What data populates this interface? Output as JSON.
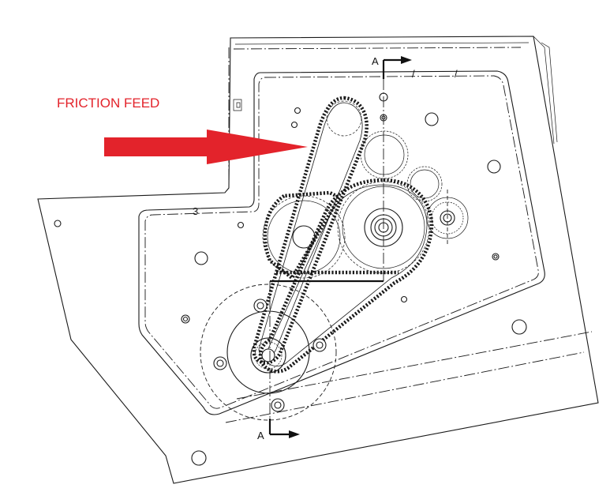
{
  "annotation": {
    "text": "FRICTION FEED",
    "color": "#e3232b"
  },
  "section_markers": {
    "top": "A",
    "bottom": "A"
  },
  "colors": {
    "line": "#1a1a1a",
    "arrow": "#e3232b",
    "background": "#ffffff"
  },
  "icons": {
    "arrow": "right-arrow-icon"
  }
}
